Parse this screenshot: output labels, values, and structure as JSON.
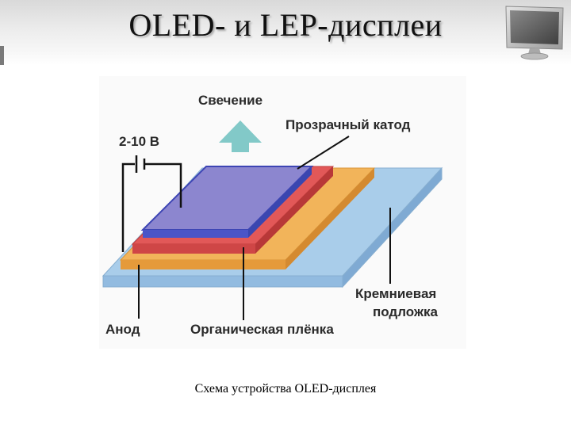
{
  "slide": {
    "title": "OLED- и LEP-дисплеи",
    "caption": "Схема устройства OLED-дисплея"
  },
  "diagram": {
    "labels": {
      "glow": "Свечение",
      "cathode": "Прозрачный катод",
      "voltage": "2-10 В",
      "substrate_line1": "Кремниевая",
      "substrate_line2": "подложка",
      "anode": "Анод",
      "organic": "Органическая плёнка"
    }
  },
  "icons": {
    "decor": "monitor-icon",
    "arrow": "arrow-up-icon"
  },
  "colors": {
    "substrate": "#a9cdea",
    "anode_layer": "#f2b45a",
    "organic_layer": "#e25858",
    "cathode_layer": "#8c86cf",
    "arrow": "#82c9c8"
  }
}
